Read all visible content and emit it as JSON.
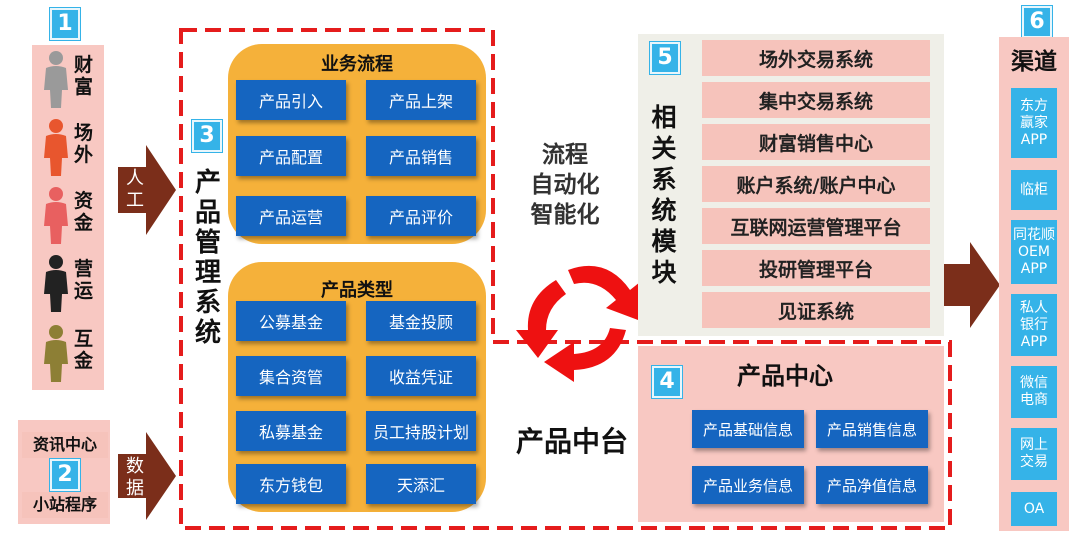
{
  "section1": {
    "badge": "1",
    "roles": [
      {
        "label_top": "财",
        "label_bottom": "富",
        "color": "#9a9a9a"
      },
      {
        "label_top": "场",
        "label_bottom": "外",
        "color": "#e8562e"
      },
      {
        "label_top": "资",
        "label_bottom": "金",
        "color": "#e86060"
      },
      {
        "label_top": "营",
        "label_bottom": "运",
        "color": "#222222"
      },
      {
        "label_top": "互",
        "label_bottom": "金",
        "color": "#8d7f35"
      }
    ],
    "arrow_label_1": "人",
    "arrow_label_2": "工"
  },
  "section2": {
    "badge": "2",
    "label_top": "资讯中心",
    "label_bottom": "小站程序",
    "arrow_label_1": "数",
    "arrow_label_2": "据"
  },
  "section3": {
    "badge": "3",
    "title_chars": [
      "产",
      "品",
      "管",
      "理",
      "系",
      "统"
    ],
    "process_title": "业务流程",
    "process_items": [
      "产品引入",
      "产品上架",
      "产品配置",
      "产品销售",
      "产品运营",
      "产品评价"
    ],
    "type_title": "产品类型",
    "type_items": [
      "公募基金",
      "基金投顾",
      "集合资管",
      "收益凭证",
      "私募基金",
      "员工持股计划",
      "东方钱包",
      "天添汇"
    ]
  },
  "center": {
    "line1": "流程",
    "line2": "自动化",
    "line3": "智能化",
    "platform_label": "产品中台"
  },
  "section4": {
    "badge": "4",
    "title": "产品中心",
    "items": [
      "产品基础信息",
      "产品销售信息",
      "产品业务信息",
      "产品净值信息"
    ]
  },
  "section5": {
    "badge": "5",
    "title_chars": [
      "相",
      "关",
      "系",
      "统",
      "模",
      "块"
    ],
    "systems": [
      "场外交易系统",
      "集中交易系统",
      "财富销售中心",
      "账户系统/账户中心",
      "互联网运营管理平台",
      "投研管理平台",
      "见证系统"
    ]
  },
  "section6": {
    "badge": "6",
    "title": "渠道",
    "channels": [
      {
        "lines": [
          "东方",
          "赢家",
          "APP"
        ]
      },
      {
        "lines": [
          "临柜"
        ]
      },
      {
        "lines": [
          "同花顺",
          "OEM",
          "APP"
        ]
      },
      {
        "lines": [
          "私人",
          "银行",
          "APP"
        ]
      },
      {
        "lines": [
          "微信",
          "电商"
        ]
      },
      {
        "lines": [
          "网上",
          "交易"
        ]
      },
      {
        "lines": [
          "OA"
        ]
      }
    ]
  },
  "colors": {
    "panel_pink": "#f8c8c2",
    "orange": "#f5b13a",
    "blue_button": "#1565c0",
    "badge_blue": "#35b3e8",
    "dashed_red": "#e51c1c",
    "arrow_brown": "#7b2e1a",
    "cycle_red": "#ee1111"
  }
}
